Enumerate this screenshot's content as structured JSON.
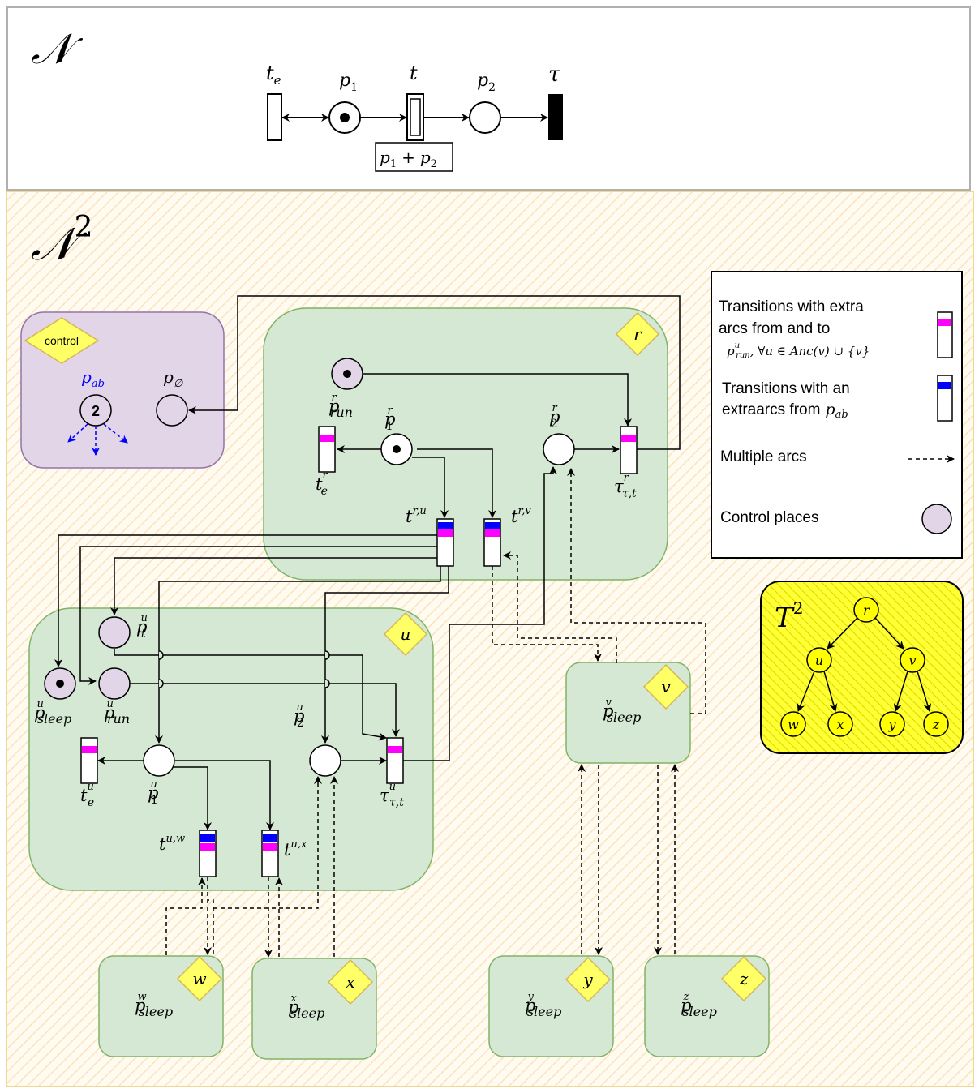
{
  "top_net": {
    "title": "𝒩",
    "labels": {
      "te": "t",
      "te_sub": "e",
      "p1": "p",
      "p1_sub": "1",
      "t": "t",
      "p2": "p",
      "p2_sub": "2",
      "tau": "τ"
    },
    "guard": {
      "p": "p",
      "one": "1",
      "plus": "+",
      "p2": "p",
      "two": "2"
    }
  },
  "lower_net": {
    "title": "𝒩",
    "title_sup": "2"
  },
  "control_box": {
    "badge": "control",
    "p_ab": "p",
    "p_ab_sub": "ab",
    "p_ab_tokens": "2",
    "p_empty": "p",
    "p_empty_sub": "∅"
  },
  "legend": {
    "item1_line1": "Transitions with extra",
    "item1_line2": "arcs from and to",
    "item1_math": "p",
    "item1_math_sup": "u",
    "item1_math_sub": "run",
    "item1_math_rest": ", ∀u ∈ Anc(v) ∪ {v}",
    "item2_line1": "Transitions with an",
    "item2_line2": "extraarcs from",
    "item2_math": "p",
    "item2_math_sub": "ab",
    "item3": "Multiple arcs",
    "item4": "Control places"
  },
  "tree": {
    "title": "T",
    "title_sup": "2",
    "nodes": [
      "r",
      "u",
      "v",
      "w",
      "x",
      "y",
      "z"
    ]
  },
  "region_r": {
    "badge": "r",
    "p_run": "p",
    "p_run_sup": "r",
    "p_run_sub": "run",
    "p1": "p",
    "p1_sup": "r",
    "p1_sub": "1",
    "p2": "p",
    "p2_sup": "r",
    "p2_sub": "2",
    "te": "t",
    "te_sup": "r",
    "te_sub": "e",
    "tau": "τ",
    "tau_sup": "r",
    "tau_sub": "τ,t",
    "t_ru": "t",
    "t_ru_sup": "r,u",
    "t_rv": "t",
    "t_rv_sup": "r,v"
  },
  "region_u": {
    "badge": "u",
    "pt": "p",
    "pt_sup": "u",
    "pt_sub": "t",
    "p_sleep": "p",
    "p_sleep_sup": "u",
    "p_sleep_sub": "sleep",
    "p_run": "p",
    "p_run_sup": "u",
    "p_run_sub": "run",
    "p2": "p",
    "p2_sup": "u",
    "p2_sub": "2",
    "p1": "p",
    "p1_sup": "u",
    "p1_sub": "1",
    "te": "t",
    "te_sup": "u",
    "te_sub": "e",
    "tau": "τ",
    "tau_sup": "u",
    "tau_sub": "τ,t",
    "t_uw": "t",
    "t_uw_sup": "u,w",
    "t_ux": "t",
    "t_ux_sup": "u,x"
  },
  "region_v": {
    "badge": "v",
    "p": "p",
    "sup": "v",
    "sub": "sleep"
  },
  "region_w": {
    "badge": "w",
    "p": "p",
    "sup": "w",
    "sub": "sleep"
  },
  "region_x": {
    "badge": "x",
    "p": "p",
    "sup": "x",
    "sub": "sleep"
  },
  "region_y": {
    "badge": "y",
    "p": "p",
    "sup": "y",
    "sub": "sleep"
  },
  "region_z": {
    "badge": "z",
    "p": "p",
    "sup": "z",
    "sub": "sleep"
  },
  "colors": {
    "region_fill": "#d5e8d4",
    "region_stroke": "#82b366",
    "control_fill": "#e1d5e7",
    "control_stroke": "#9673a6",
    "badge_fill": "#ffff66",
    "magenta": "#ff00ff",
    "blue": "#0000ff",
    "lower_bg": "#fff2cc",
    "tree_fill": "#ffff00"
  }
}
